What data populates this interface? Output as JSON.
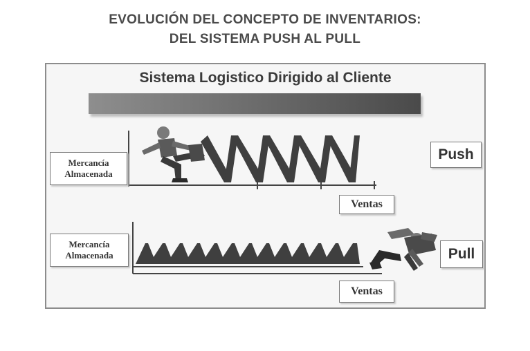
{
  "header": {
    "line1": "EVOLUCIÓN DEL CONCEPTO DE INVENTARIOS:",
    "line2": "DEL SISTEMA PUSH AL PULL"
  },
  "panel": {
    "subtitle": "Sistema Logistico Dirigido al Cliente"
  },
  "push": {
    "stock_label_line1": "Mercancía",
    "stock_label_line2": "Almacenada",
    "axis_label": "Ventas",
    "tag": "Push"
  },
  "pull": {
    "stock_label_line1": "Mercancía",
    "stock_label_line2": "Almacenada",
    "axis_label": "Ventas",
    "tag": "Pull"
  },
  "colors": {
    "title": "#4a4a4a",
    "bar_start": "#8e8e8e",
    "bar_end": "#4a4a4a",
    "zigzag": "#3f3f3f",
    "panel_border": "#8c8c8c"
  },
  "icons": {
    "push_figure": "running-man-icon",
    "pull_figure": "bending-man-icon"
  }
}
